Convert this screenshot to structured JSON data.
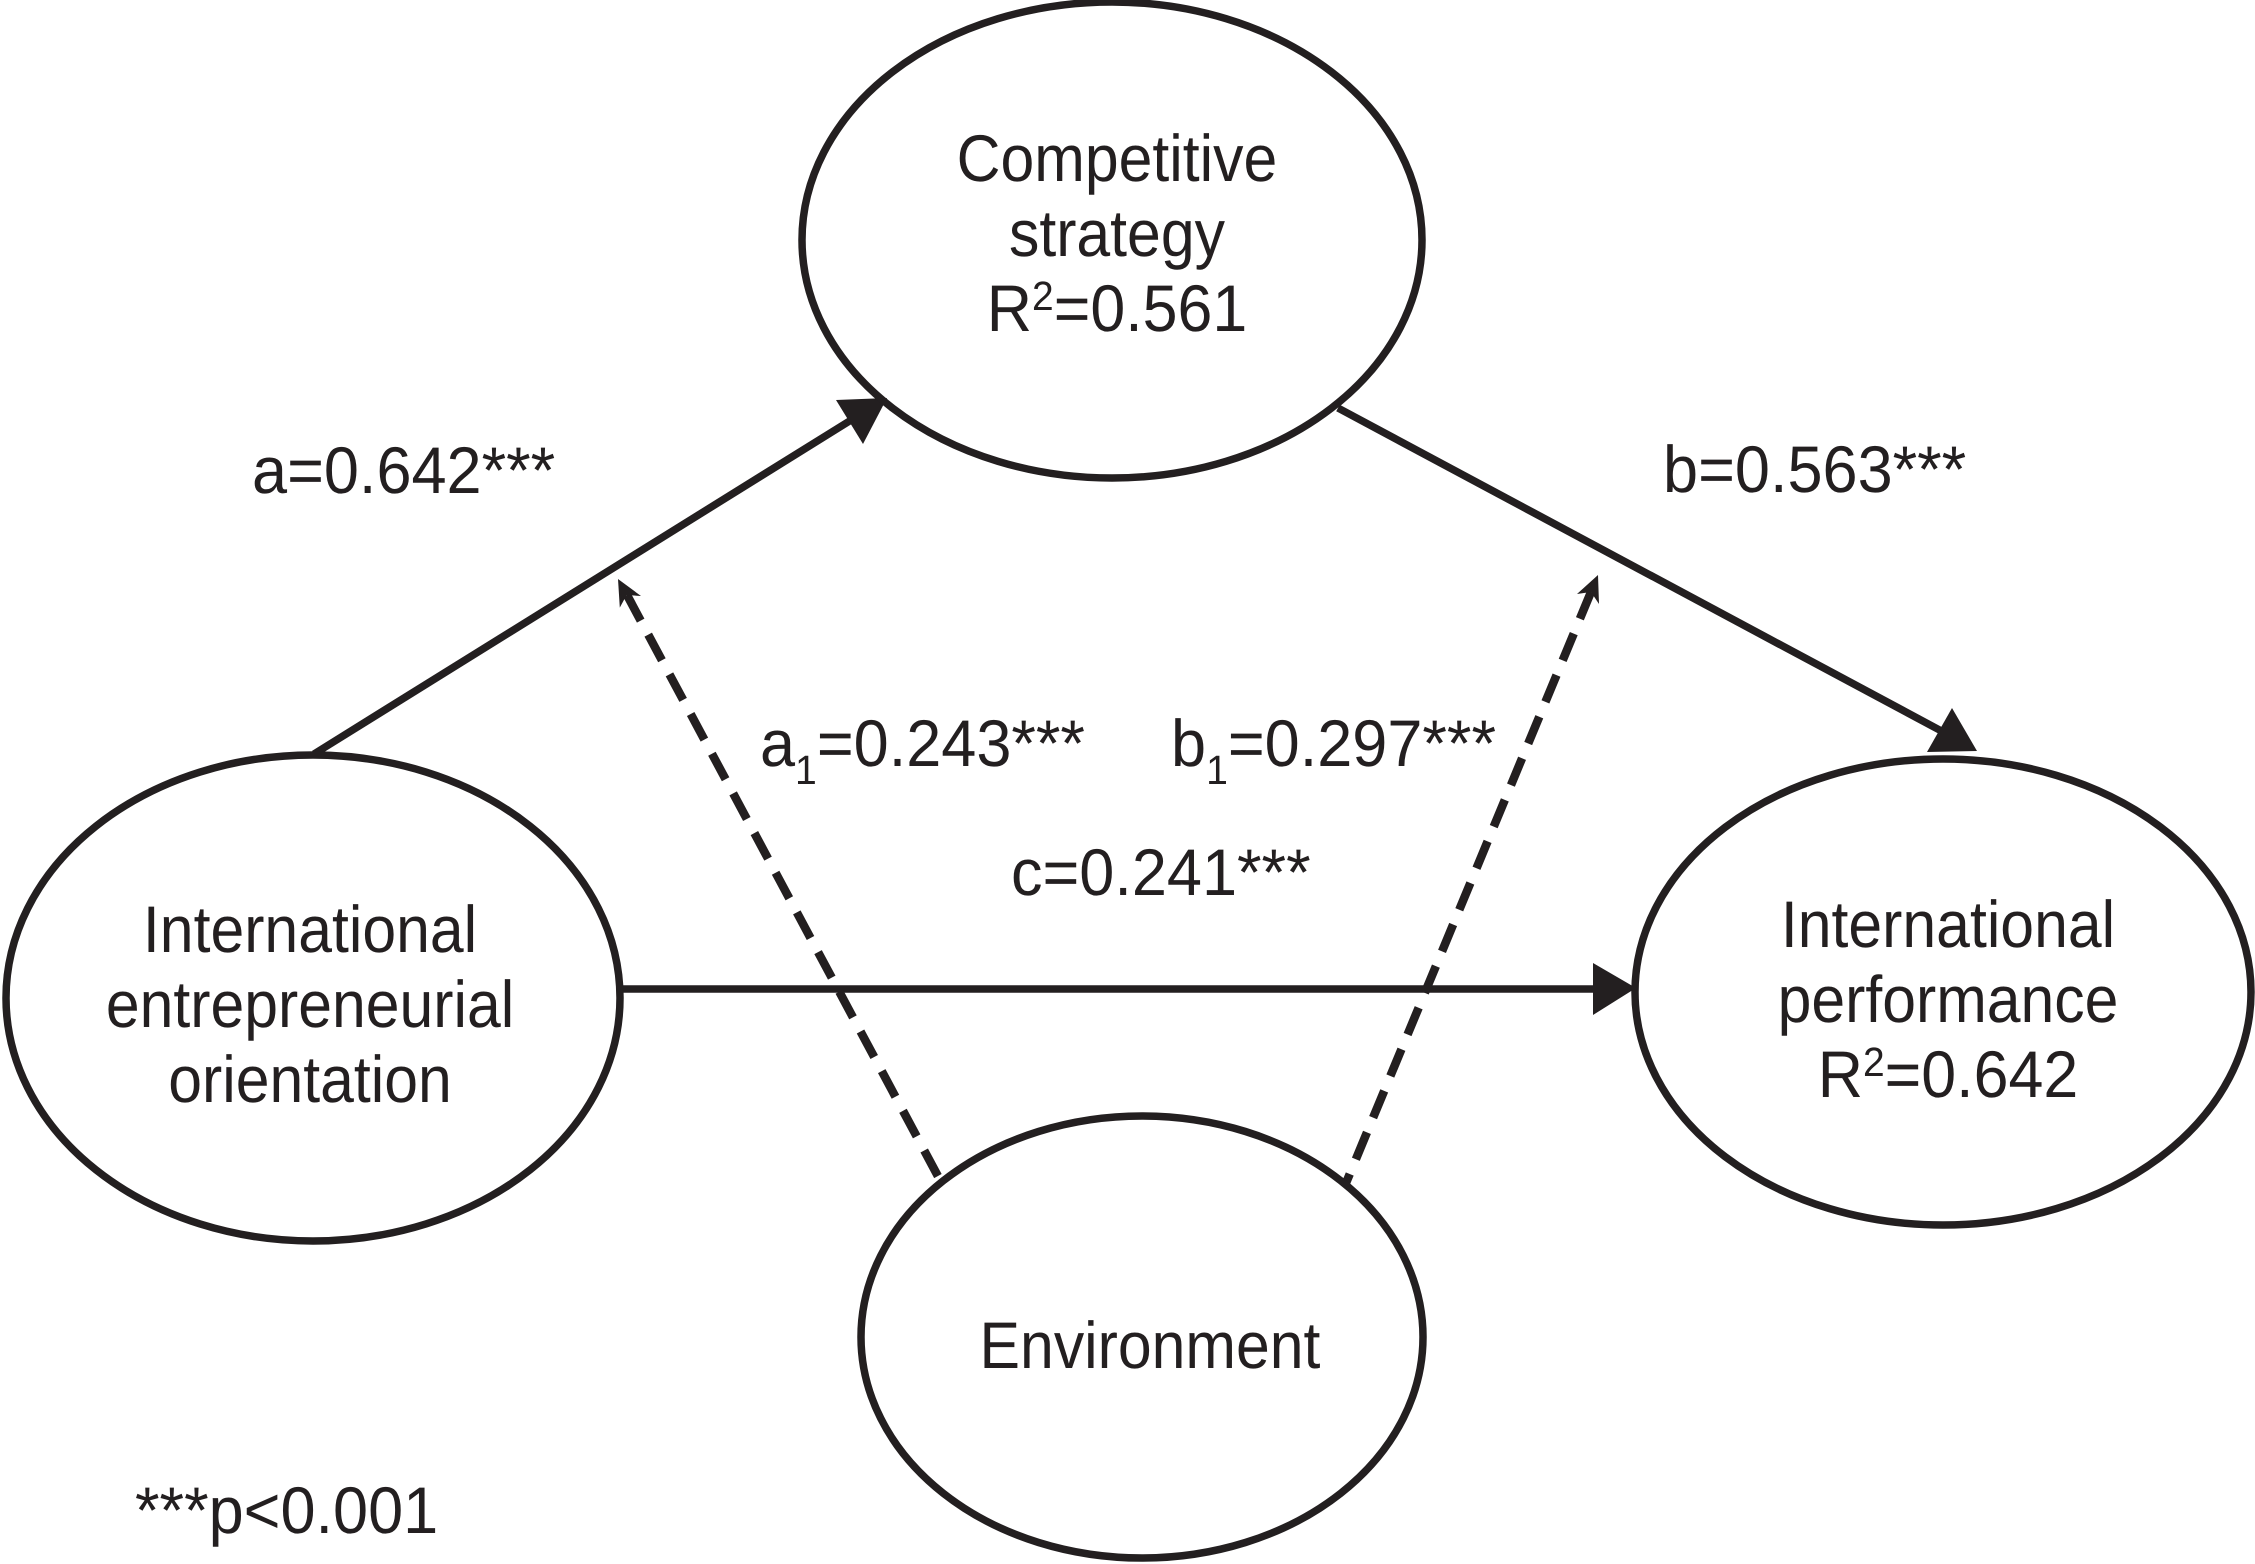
{
  "figure": {
    "kind": "structural-equation-path-diagram",
    "background": "#ffffff",
    "ink": "#231f20"
  },
  "nodes": {
    "competitive_strategy": {
      "line1": "Competitive",
      "line2": "strategy",
      "r2_base": "R",
      "r2_sup": "2",
      "r2_rest": "=0.561"
    },
    "international_entrepreneurial_orientation": {
      "line1": "International",
      "line2": "entrepreneurial",
      "line3": "orientation"
    },
    "international_performance": {
      "line1": "International",
      "line2": "performance",
      "r2_base": "R",
      "r2_sup": "2",
      "r2_rest": "=0.642"
    },
    "environment": {
      "line1": "Environment"
    }
  },
  "edges": {
    "a": {
      "label": "a=0.642***",
      "style": "solid"
    },
    "b": {
      "label": "b=0.563***",
      "style": "solid"
    },
    "c": {
      "label": "c=0.241***",
      "style": "solid"
    },
    "a1": {
      "base": "a",
      "sub": "1",
      "rest": "=0.243***",
      "style": "dashed"
    },
    "b1": {
      "base": "b",
      "sub": "1",
      "rest": "=0.297***",
      "style": "dashed"
    }
  },
  "footnote": {
    "text": "***p<0.001"
  }
}
